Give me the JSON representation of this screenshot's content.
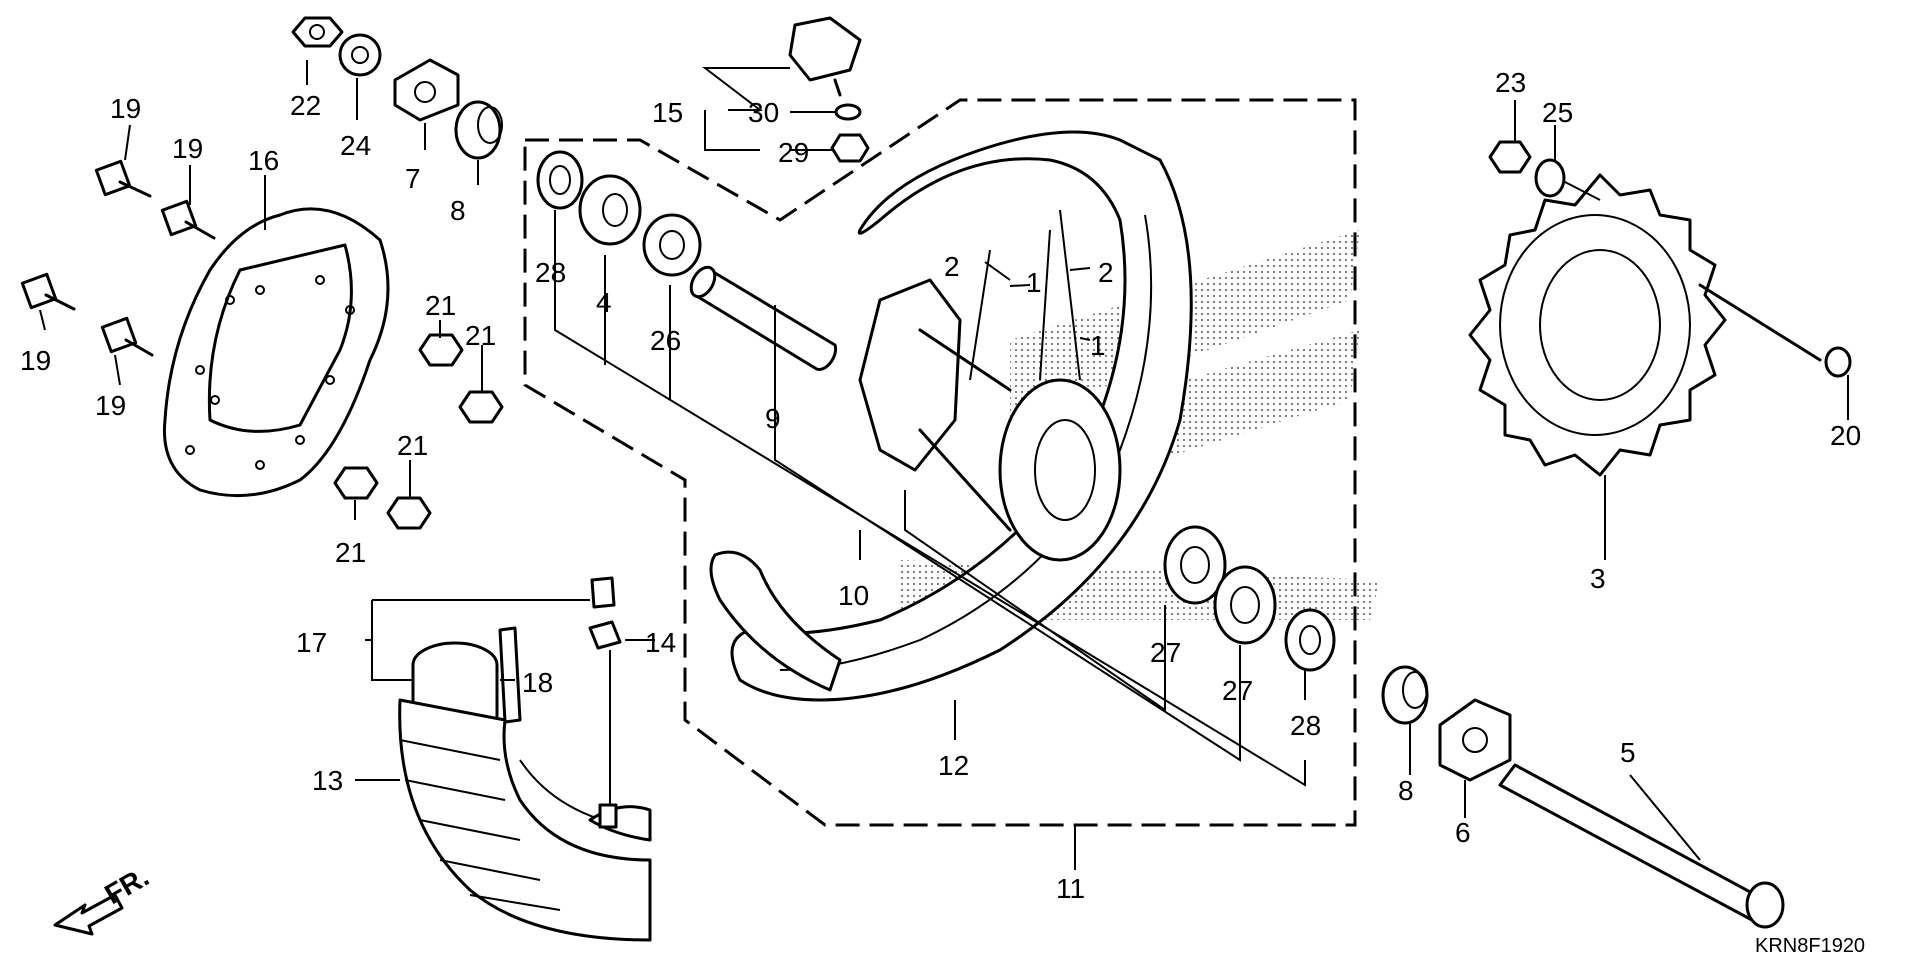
{
  "diagram_code": "KRN8F1920",
  "direction_label": "FR.",
  "callouts": [
    {
      "id": "c1a",
      "text": "1"
    },
    {
      "id": "c1b",
      "text": "1"
    },
    {
      "id": "c2a",
      "text": "2"
    },
    {
      "id": "c2b",
      "text": "2"
    },
    {
      "id": "c3",
      "text": "3"
    },
    {
      "id": "c4",
      "text": "4"
    },
    {
      "id": "c5",
      "text": "5"
    },
    {
      "id": "c6",
      "text": "6"
    },
    {
      "id": "c7",
      "text": "7"
    },
    {
      "id": "c8a",
      "text": "8"
    },
    {
      "id": "c8b",
      "text": "8"
    },
    {
      "id": "c9",
      "text": "9"
    },
    {
      "id": "c10",
      "text": "10"
    },
    {
      "id": "c11",
      "text": "11"
    },
    {
      "id": "c12",
      "text": "12"
    },
    {
      "id": "c13",
      "text": "13"
    },
    {
      "id": "c14",
      "text": "14"
    },
    {
      "id": "c15",
      "text": "15"
    },
    {
      "id": "c16",
      "text": "16"
    },
    {
      "id": "c17",
      "text": "17"
    },
    {
      "id": "c18",
      "text": "18"
    },
    {
      "id": "c19a",
      "text": "19"
    },
    {
      "id": "c19b",
      "text": "19"
    },
    {
      "id": "c19c",
      "text": "19"
    },
    {
      "id": "c19d",
      "text": "19"
    },
    {
      "id": "c20",
      "text": "20"
    },
    {
      "id": "c21a",
      "text": "21"
    },
    {
      "id": "c21b",
      "text": "21"
    },
    {
      "id": "c21c",
      "text": "21"
    },
    {
      "id": "c21d",
      "text": "21"
    },
    {
      "id": "c22",
      "text": "22"
    },
    {
      "id": "c23",
      "text": "23"
    },
    {
      "id": "c24",
      "text": "24"
    },
    {
      "id": "c25",
      "text": "25"
    },
    {
      "id": "c26",
      "text": "26"
    },
    {
      "id": "c27a",
      "text": "27"
    },
    {
      "id": "c27b",
      "text": "27"
    },
    {
      "id": "c28a",
      "text": "28"
    },
    {
      "id": "c28b",
      "text": "28"
    },
    {
      "id": "c29",
      "text": "29"
    },
    {
      "id": "c30",
      "text": "30"
    }
  ]
}
